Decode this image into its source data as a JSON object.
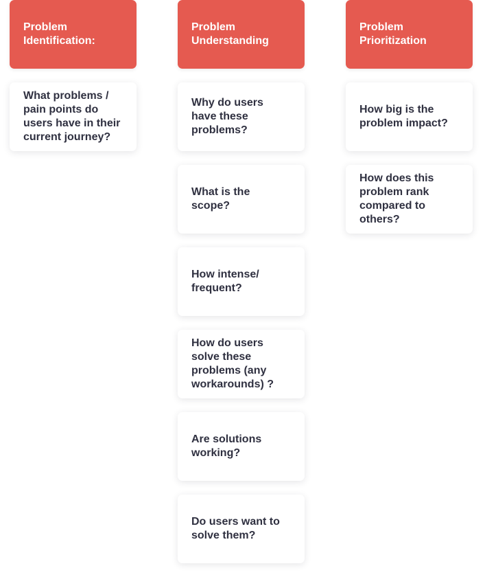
{
  "colors": {
    "header_bg": "#e55a50",
    "header_text": "#ffffff",
    "card_bg": "#ffffff",
    "card_text": "#2f3040"
  },
  "columns": [
    {
      "header": "Problem Identification:",
      "cards": [
        "What problems / pain points do users have in their current journey?"
      ]
    },
    {
      "header": "Problem Understanding",
      "cards": [
        "Why do users have these problems?",
        "What is the scope?",
        "How intense/ frequent?",
        "How do users solve these problems (any workarounds) ?",
        "Are solutions working?",
        "Do users want to solve them?"
      ]
    },
    {
      "header": "Problem Prioritization",
      "cards": [
        "How big is the problem impact?",
        "How does this problem rank compared to others?"
      ]
    }
  ]
}
